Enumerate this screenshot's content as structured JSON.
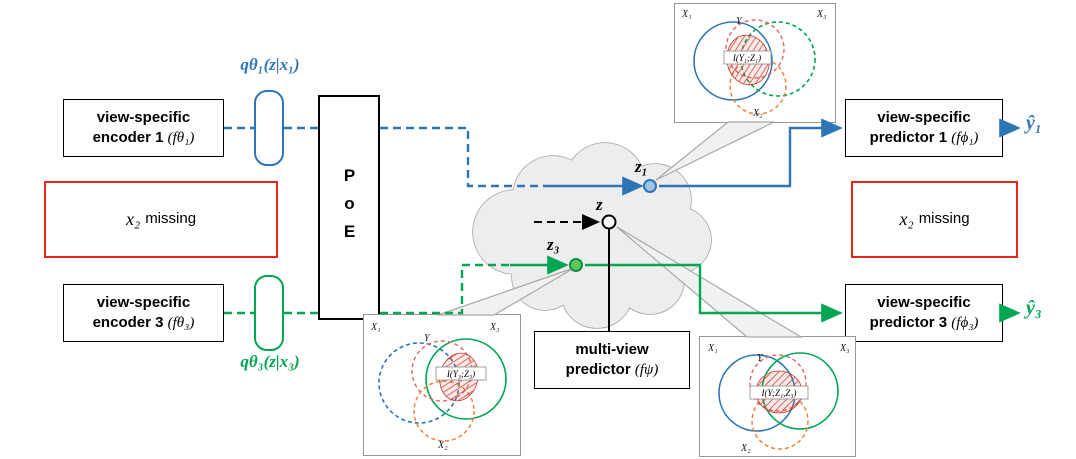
{
  "figure": {
    "colors": {
      "view1_blue": "#2e75b6",
      "view3_green": "#00a651",
      "missing_red": "#e8251c",
      "y_red": "#e06666",
      "x2_orange": "#ed7d31",
      "cloud_gray": "#ededed"
    }
  },
  "left": {
    "encoder1": {
      "line1": "view-specific",
      "line2": "encoder 1",
      "math": "(fθ₁)"
    },
    "encoder3": {
      "line1": "view-specific",
      "line2": "encoder 3",
      "math": "(fθ₃)"
    },
    "missing": {
      "x": "x₂",
      "rest": "missing"
    },
    "q1": "qθ₁(z|x₁)",
    "q3": "qθ₃(z|x₃)"
  },
  "poe": {
    "label": "PoE"
  },
  "cloud": {
    "z1": "z₁",
    "z": "z",
    "z3": "z₃"
  },
  "multiview": {
    "line1": "multi-view",
    "line2": "predictor",
    "math": "(fψ)"
  },
  "right": {
    "predictor1": {
      "line1": "view-specific",
      "line2": "predictor 1",
      "math": "(fϕ₁)"
    },
    "predictor3": {
      "line1": "view-specific",
      "line2": "predictor 3",
      "math": "(fϕ₃)"
    },
    "missing": {
      "x": "x₂",
      "rest": "missing"
    },
    "yhat1": "ŷ₁",
    "yhat3": "ŷ₃"
  },
  "venn_top": {
    "x1": "X₁",
    "y": "Y",
    "x3": "X₃",
    "x2": "X₂",
    "mi": "I(Y₁;Z₁)"
  },
  "venn_bottom_left": {
    "x1": "X₁",
    "y": "Y",
    "x3": "X₃",
    "x2": "X₂",
    "mi": "I(Y₃;Z₃)"
  },
  "venn_bottom_right": {
    "x1": "X₁",
    "y": "Y",
    "x3": "X₃",
    "x2": "X₂",
    "mi": "I(Y;Z₁,Z₃)"
  }
}
